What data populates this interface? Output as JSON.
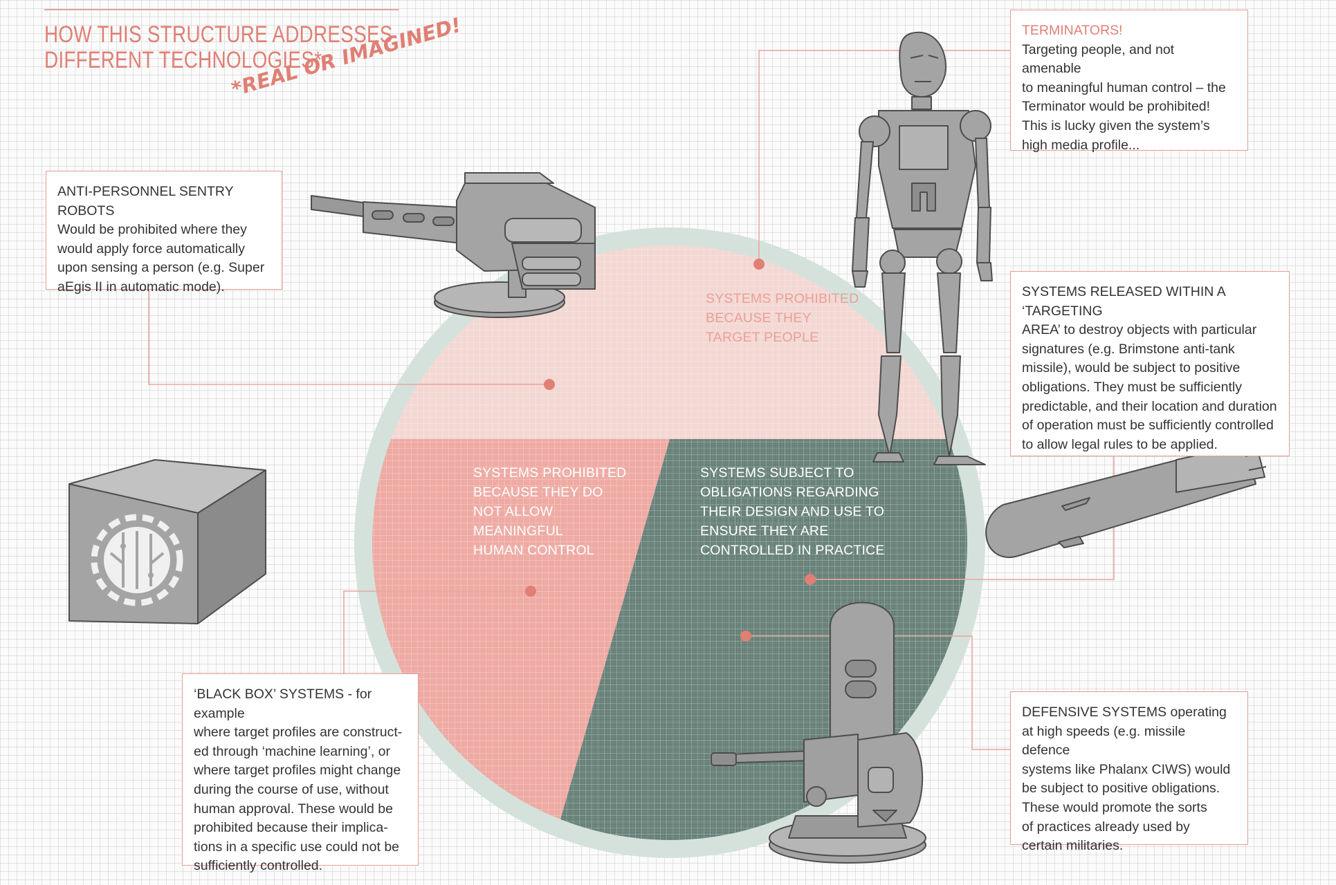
{
  "header": {
    "title_lines": [
      "HOW THIS STRUCTURE ADDRESSES",
      "DIFFERENT TECHNOLOGIES*"
    ],
    "footnote_scrawl": "*REAL OR IMAGINED!"
  },
  "segments": {
    "target_people": [
      "SYSTEMS PROHIBITED",
      "BECAUSE THEY",
      "TARGET PEOPLE"
    ],
    "no_control": [
      "SYSTEMS PROHIBITED",
      "BECAUSE THEY DO",
      "NOT ALLOW",
      "MEANINGFUL",
      "HUMAN CONTROL"
    ],
    "obligations": [
      "SYSTEMS SUBJECT TO",
      "OBLIGATIONS REGARDING",
      "THEIR DESIGN AND USE TO",
      "ENSURE THEY ARE",
      "CONTROLLED IN PRACTICE"
    ]
  },
  "callouts": {
    "sentry": {
      "heading": "ANTI-PERSONNEL SENTRY ROBOTS",
      "lines": [
        "Would be prohibited where they",
        "would apply force automatically",
        "upon sensing a person (e.g. Super",
        "aEgis II in automatic mode)."
      ]
    },
    "terminator": {
      "heading": "TERMINATORS!",
      "lines": [
        "Targeting people, and not amenable",
        "to meaningful human control – the",
        "Terminator would be prohibited!",
        "This is lucky given the system’s",
        "high media profile..."
      ]
    },
    "targeting_area": {
      "lines": [
        "SYSTEMS RELEASED WITHIN A ‘TARGETING",
        "AREA’ to destroy objects with particular",
        "signatures (e.g. Brimstone anti-tank",
        "missile), would be subject to positive",
        "obligations. They must be sufficiently",
        "predictable, and their location and duration",
        "of operation must be sufficiently controlled",
        "to allow legal rules to be applied."
      ]
    },
    "black_box": {
      "lines": [
        "‘BLACK BOX’ SYSTEMS - for example",
        "where target profiles are construct-",
        "ed through ‘machine learning’, or",
        "where target profiles might change",
        "during the course of use, without",
        "human approval. These would be",
        "prohibited because their implica-",
        "tions in a specific use could not be",
        "sufficiently controlled."
      ]
    },
    "defensive": {
      "lines": [
        "DEFENSIVE SYSTEMS operating",
        "at high speeds (e.g. missile defence",
        "systems like Phalanx CIWS) would",
        "be subject to positive obligations.",
        "These would promote the sorts",
        "of practices already used by",
        "certain militaries."
      ]
    }
  },
  "colors": {
    "accent": "#e07f74",
    "box_border": "#e49d95",
    "ring": "#d5e2dc",
    "pink_light": "#f3d7d3",
    "pink_mid": "#eeaaa3",
    "green_dark": "#6e877f",
    "gray_object": "#a4a4a4",
    "leader_line": "#e8a79f"
  }
}
